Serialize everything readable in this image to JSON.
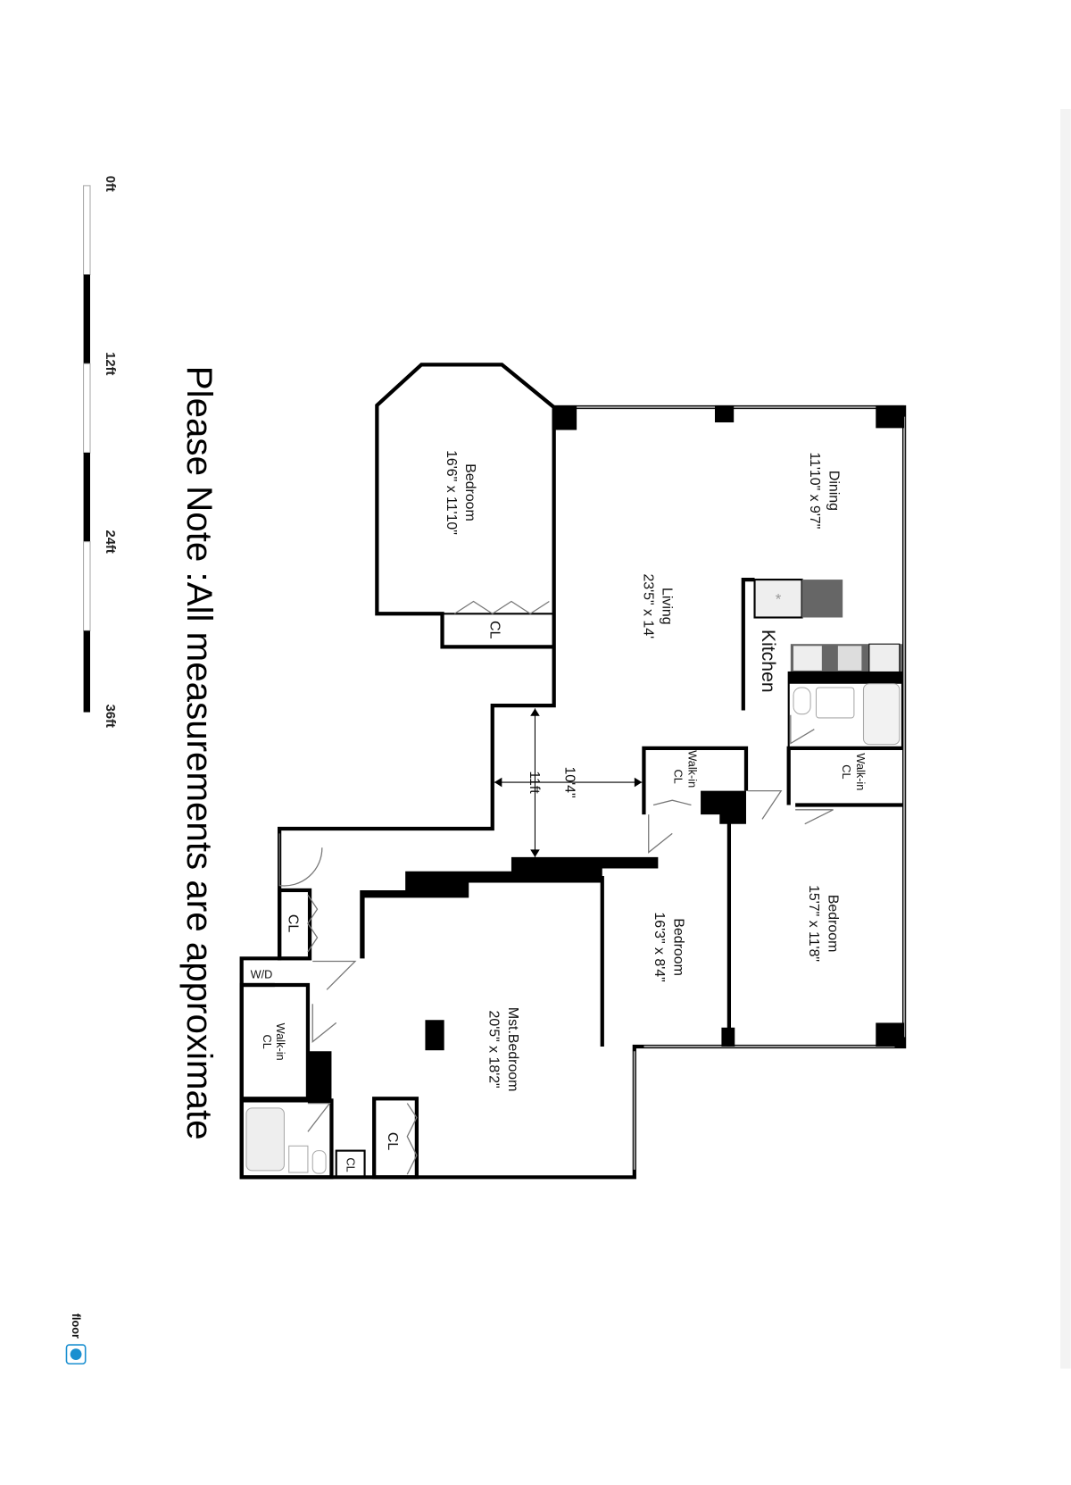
{
  "note": "Please Note :All measurements are approximate",
  "scale": {
    "labels": [
      "0ft",
      "12ft",
      "24ft",
      "36ft"
    ]
  },
  "rooms": {
    "dining": {
      "name": "Dining",
      "dims": "11'10\" x 9'7\""
    },
    "living": {
      "name": "Living",
      "dims": "23'5\" x 14'"
    },
    "bedroom_bay": {
      "name": "Bedroom",
      "dims": "16'6\" x 11'10\""
    },
    "kitchen": {
      "name": "Kitchen"
    },
    "bedroom_right": {
      "name": "Bedroom",
      "dims": "15'7\" x 11'8\""
    },
    "bedroom_middle": {
      "name": "Bedroom",
      "dims": "16'3\" x 8'4\""
    },
    "master": {
      "name": "Mst.Bedroom",
      "dims": "20'5\" x 18'2\""
    }
  },
  "closets": {
    "cl": "CL",
    "walkin": "Walk-in",
    "wd": "W/D"
  },
  "dimensions": {
    "hall_width": "10'4\"",
    "hall_length": "11ft"
  },
  "logo": {
    "text": "floor",
    "icon": "floorplanner-globe-icon"
  },
  "colors": {
    "wall": "#000000",
    "appliance": "#666666",
    "logo_blue": "#1a8fd0"
  }
}
